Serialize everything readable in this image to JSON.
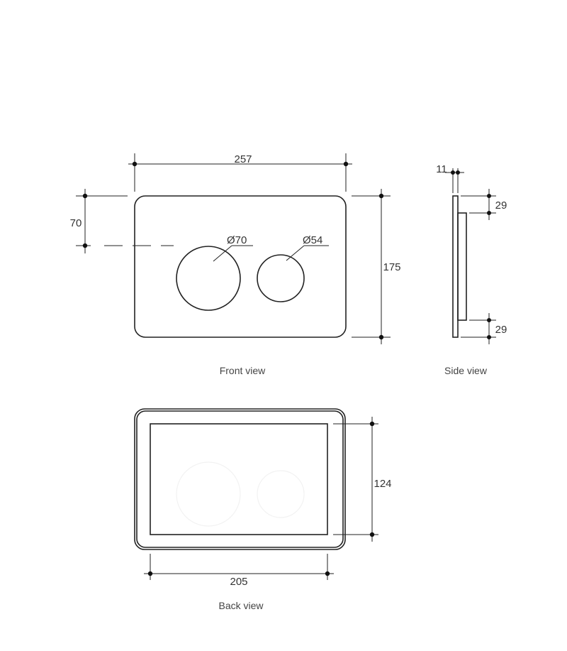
{
  "front_view": {
    "caption": "Front view",
    "width_label": "257",
    "height_label": "175",
    "offset_label": "70",
    "large_button_label": "Ø70",
    "small_button_label": "Ø54"
  },
  "side_view": {
    "caption": "Side view",
    "thickness_label": "11",
    "top_inset_label": "29",
    "bottom_inset_label": "29"
  },
  "back_view": {
    "caption": "Back view",
    "width_label": "205",
    "height_label": "124"
  },
  "colors": {
    "line": "#222222",
    "text": "#333333",
    "background": "#ffffff"
  }
}
